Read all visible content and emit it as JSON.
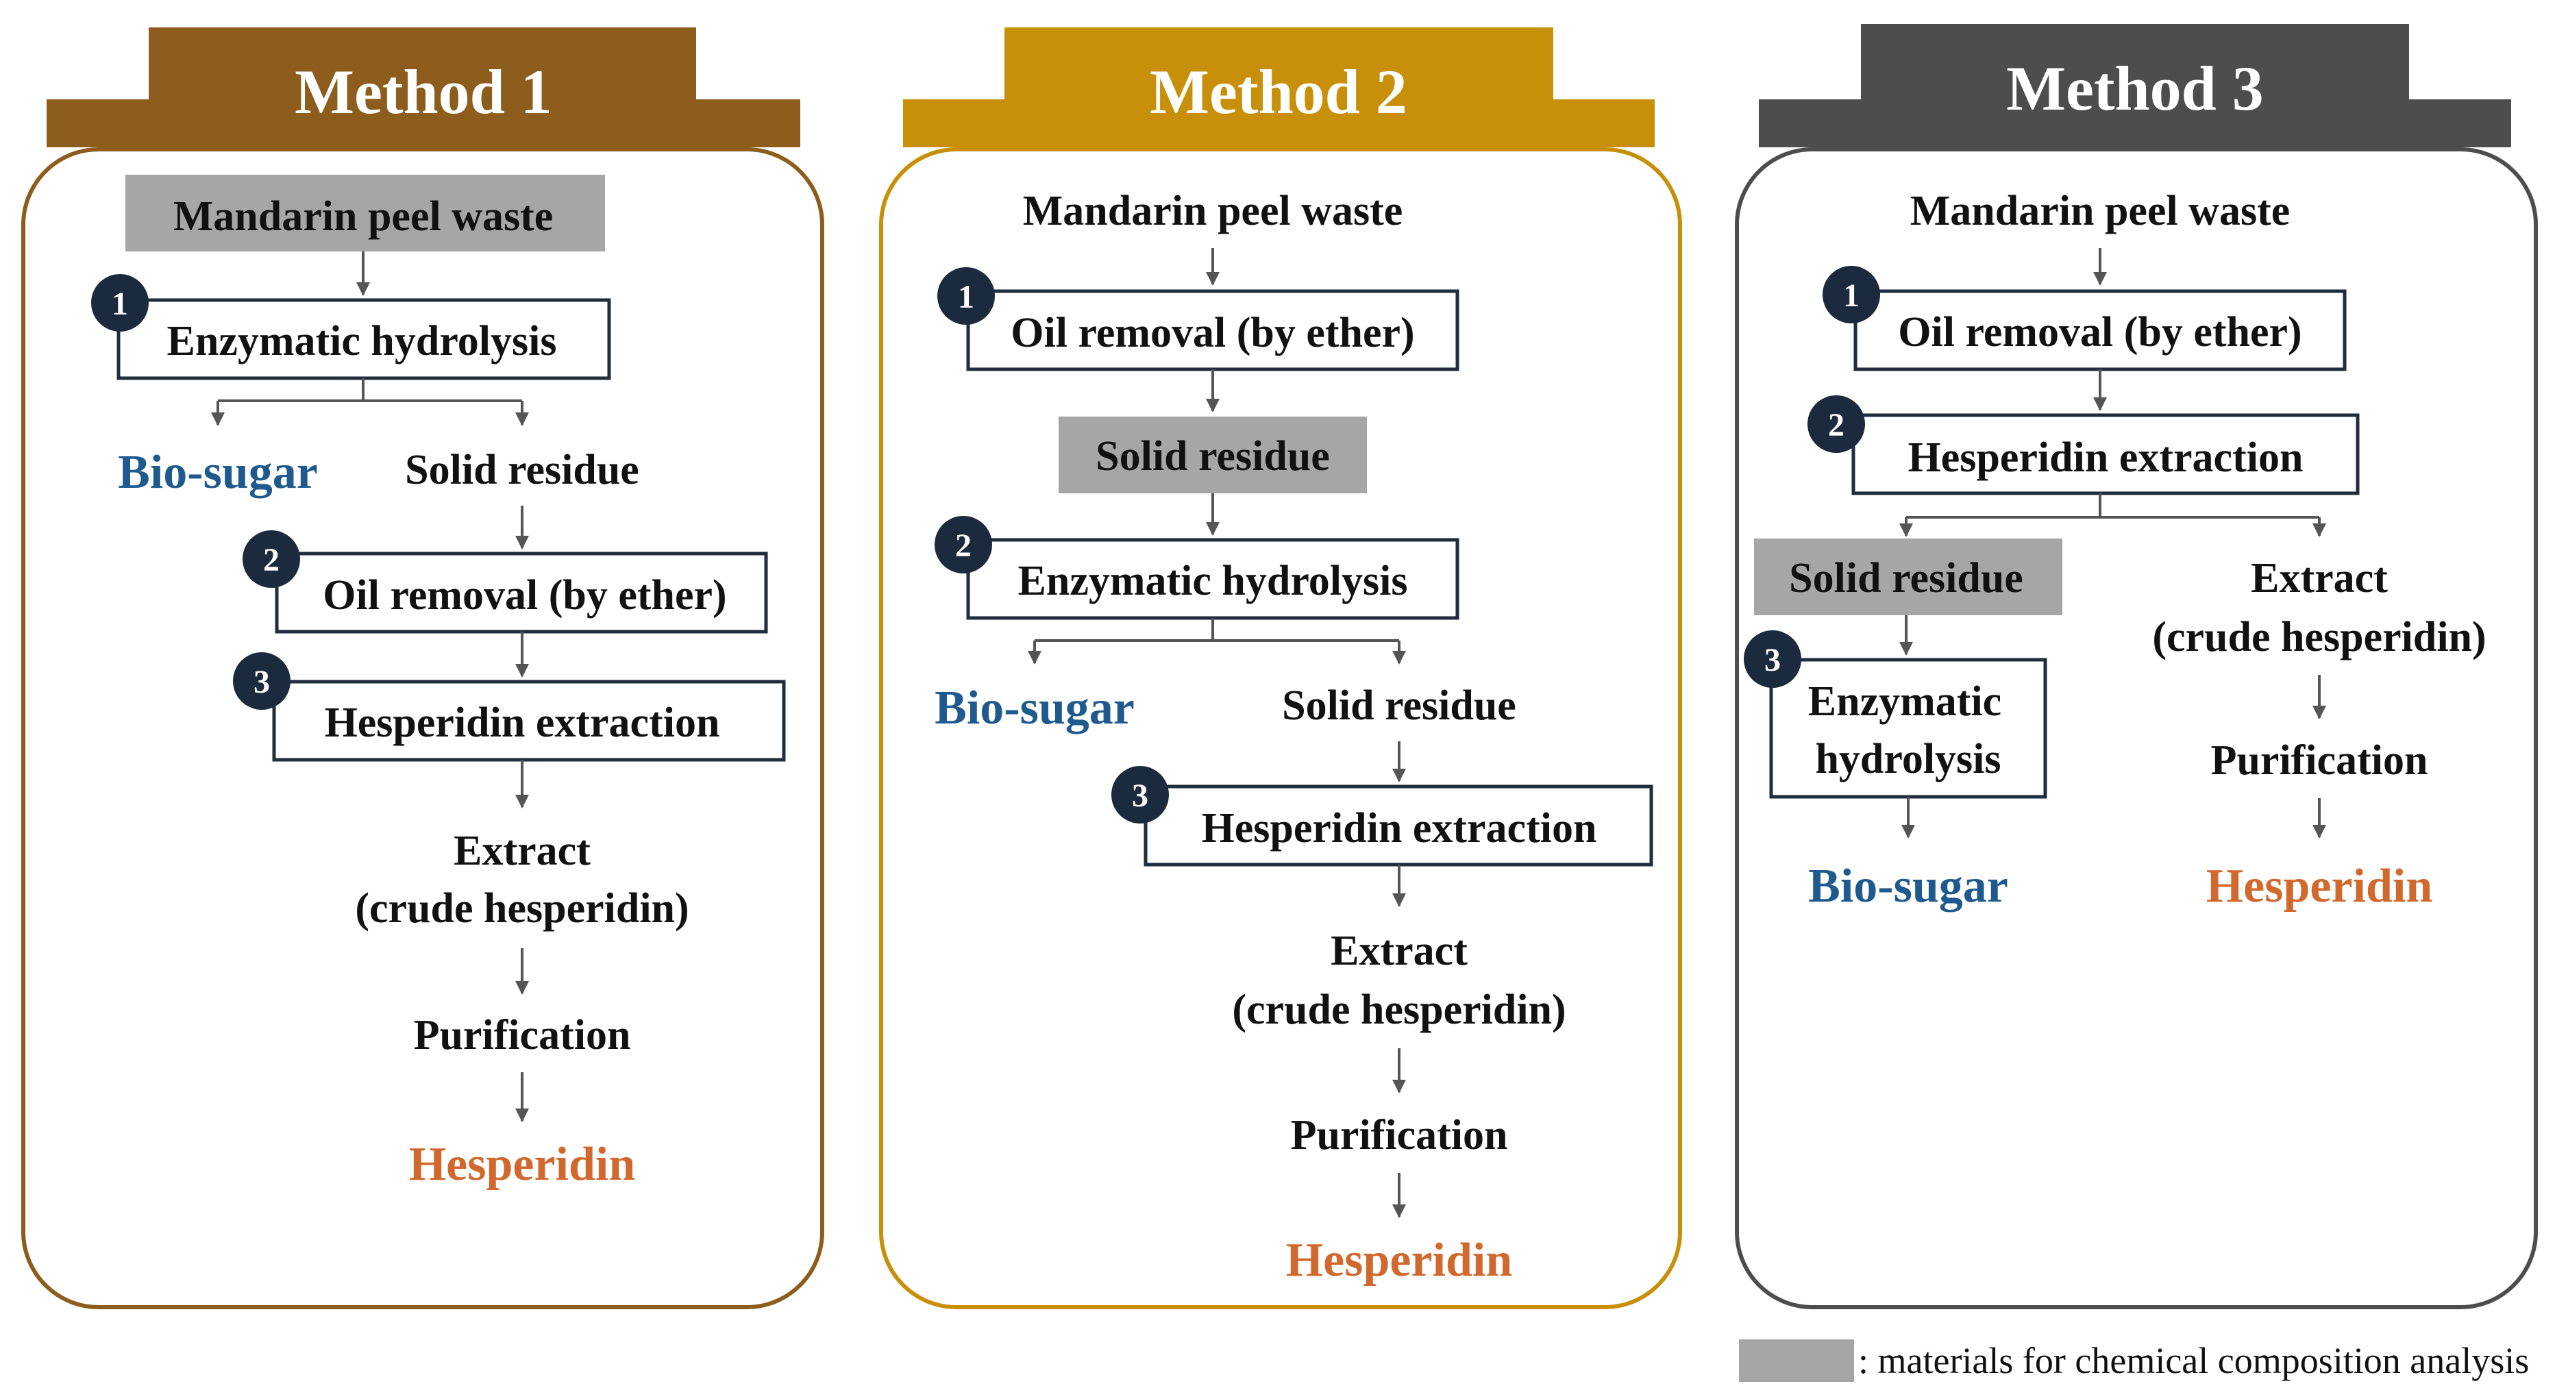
{
  "methods": [
    {
      "title": "Method 1",
      "color": "#8c5d1c",
      "labels": {
        "start": "Mandarin peel waste",
        "step1": "Enzymatic hydrolysis",
        "biosugar": "Bio-sugar",
        "residue": "Solid residue",
        "step2": "Oil removal (by ether)",
        "step3": "Hesperidin extraction",
        "extract1": "Extract",
        "extract2": "(crude hesperidin)",
        "purification": "Purification",
        "product": "Hesperidin"
      }
    },
    {
      "title": "Method 2",
      "color": "#c8900a",
      "labels": {
        "start": "Mandarin peel waste",
        "step1": "Oil removal (by ether)",
        "residue": "Solid residue",
        "step2": "Enzymatic hydrolysis",
        "biosugar": "Bio-sugar",
        "residue2": "Solid residue",
        "step3": "Hesperidin extraction",
        "extract1": "Extract",
        "extract2": "(crude hesperidin)",
        "purification": "Purification",
        "product": "Hesperidin"
      }
    },
    {
      "title": "Method 3",
      "color": "#4d4d4d",
      "labels": {
        "start": "Mandarin peel waste",
        "step1": "Oil removal (by ether)",
        "step2": "Hesperidin extraction",
        "residue": "Solid residue",
        "extract1": "Extract",
        "extract2": "(crude hesperidin)",
        "step3a": "Enzymatic",
        "step3b": "hydrolysis",
        "purification": "Purification",
        "biosugar": "Bio-sugar",
        "product": "Hesperidin"
      }
    }
  ],
  "step_numbers": [
    "1",
    "2",
    "3"
  ],
  "legend": {
    "text": ": materials for chemical composition analysis",
    "swatch_color": "#a6a6a6"
  }
}
